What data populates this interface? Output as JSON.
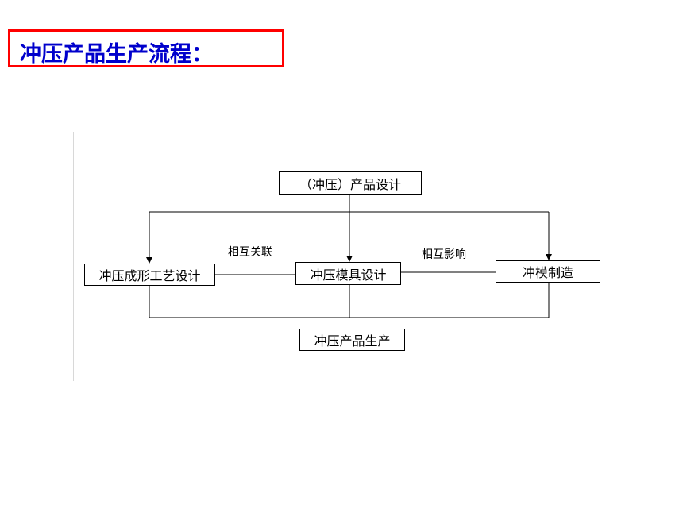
{
  "title": "冲压产品生产流程：",
  "accent_color": "#ff0000",
  "title_color": "#0000cc",
  "diagram": {
    "nodes": {
      "product_design": "（冲压）产品设计",
      "forming_process": "冲压成形工艺设计",
      "die_design": "冲压模具设计",
      "die_manufacturing": "冲模制造",
      "production": "冲压产品生产"
    },
    "relations": {
      "left": "相互关联",
      "right": "相互影响"
    }
  }
}
